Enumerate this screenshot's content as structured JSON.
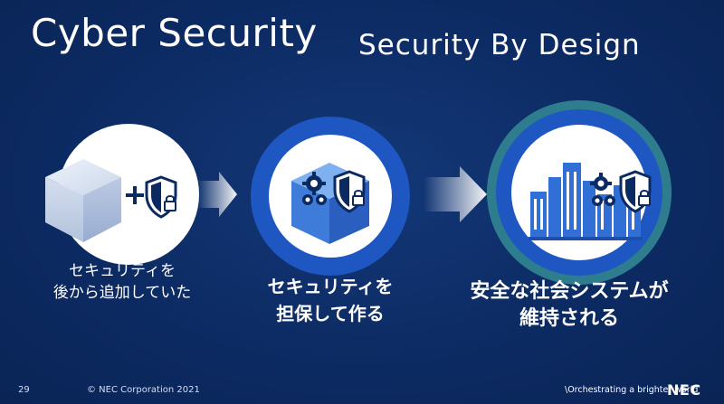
{
  "title": "Cyber Security",
  "subtitle": "Security By Design",
  "steps": [
    {
      "caption_line1": "セキュリティを",
      "caption_line2": "後から追加していた"
    },
    {
      "caption_line1": "セキュリティを",
      "caption_line2": "担保して作る"
    },
    {
      "caption_line1": "安全な社会システムが",
      "caption_line2": "維持される"
    }
  ],
  "footer": {
    "page_number": "29",
    "copyright": "© NEC Corporation 2021",
    "tagline": "\\Orchestrating a brighter world",
    "logo": "NEC"
  },
  "colors": {
    "background": "#0c2a62",
    "ring_blue": "#1e56c2",
    "ring_teal": "#2e7d8e",
    "icon_blue": "#2f6fd6"
  }
}
